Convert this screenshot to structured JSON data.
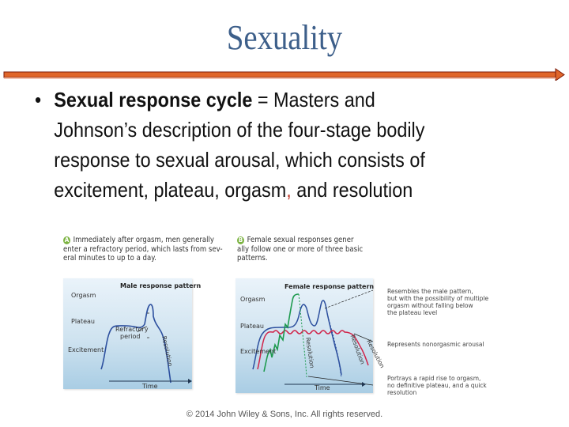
{
  "slide": {
    "title": "Sexuality",
    "accent_color": "#d35f1f",
    "title_color": "#3d5f8a",
    "bullet": {
      "term": "Sexual response cycle",
      "line1_rest": " = Masters and",
      "line2": "Johnson’s description of the four-stage bodily",
      "line3": "response to sexual arousal, which consists of",
      "line4_a": "excitement, plateau, orgasm",
      "line4_comma": ",",
      "line4_b": " and resolution"
    },
    "footer": "© 2014 John Wiley & Sons, Inc. All rights reserved."
  },
  "figure_a": {
    "badge": "A",
    "caption": "Immediately after orgasm, men generally enter a refractory period, which lasts from several minutes to up to a day.",
    "caption_lines": [
      "Immediately after orgasm, men generally",
      "enter a refractory period, which lasts from sev-",
      "eral minutes to up to a day."
    ],
    "chart_title": "Male response pattern",
    "y_labels": [
      "Orgasm",
      "Plateau",
      "Excitement"
    ],
    "x_label": "Time",
    "annotations": [
      "Refractory",
      "period",
      "Resolution"
    ]
  },
  "figure_b": {
    "badge": "B",
    "caption_lines": [
      "Female sexual responses gener",
      "ally follow one or more of three basic",
      "patterns."
    ],
    "chart_title": "Female response pattern",
    "y_labels": [
      "Orgasm",
      "Plateau",
      "Excitement"
    ],
    "x_label": "Time",
    "curve_labels": [
      "Resolution",
      "Resolution",
      "Resolution"
    ],
    "callouts": [
      {
        "lines": [
          "Resembles the male pattern,",
          "but with the possibility of multiple",
          "orgasm without falling below",
          "the plateau level"
        ]
      },
      {
        "lines": [
          "Represents nonorgasmic arousal"
        ]
      },
      {
        "lines": [
          "Portrays a rapid rise to orgasm,",
          "no definitive plateau, and a quick",
          "resolution"
        ]
      }
    ],
    "series_colors": {
      "blue": "#2c4f9e",
      "red": "#d0254a",
      "green": "#1d9a4e"
    }
  }
}
